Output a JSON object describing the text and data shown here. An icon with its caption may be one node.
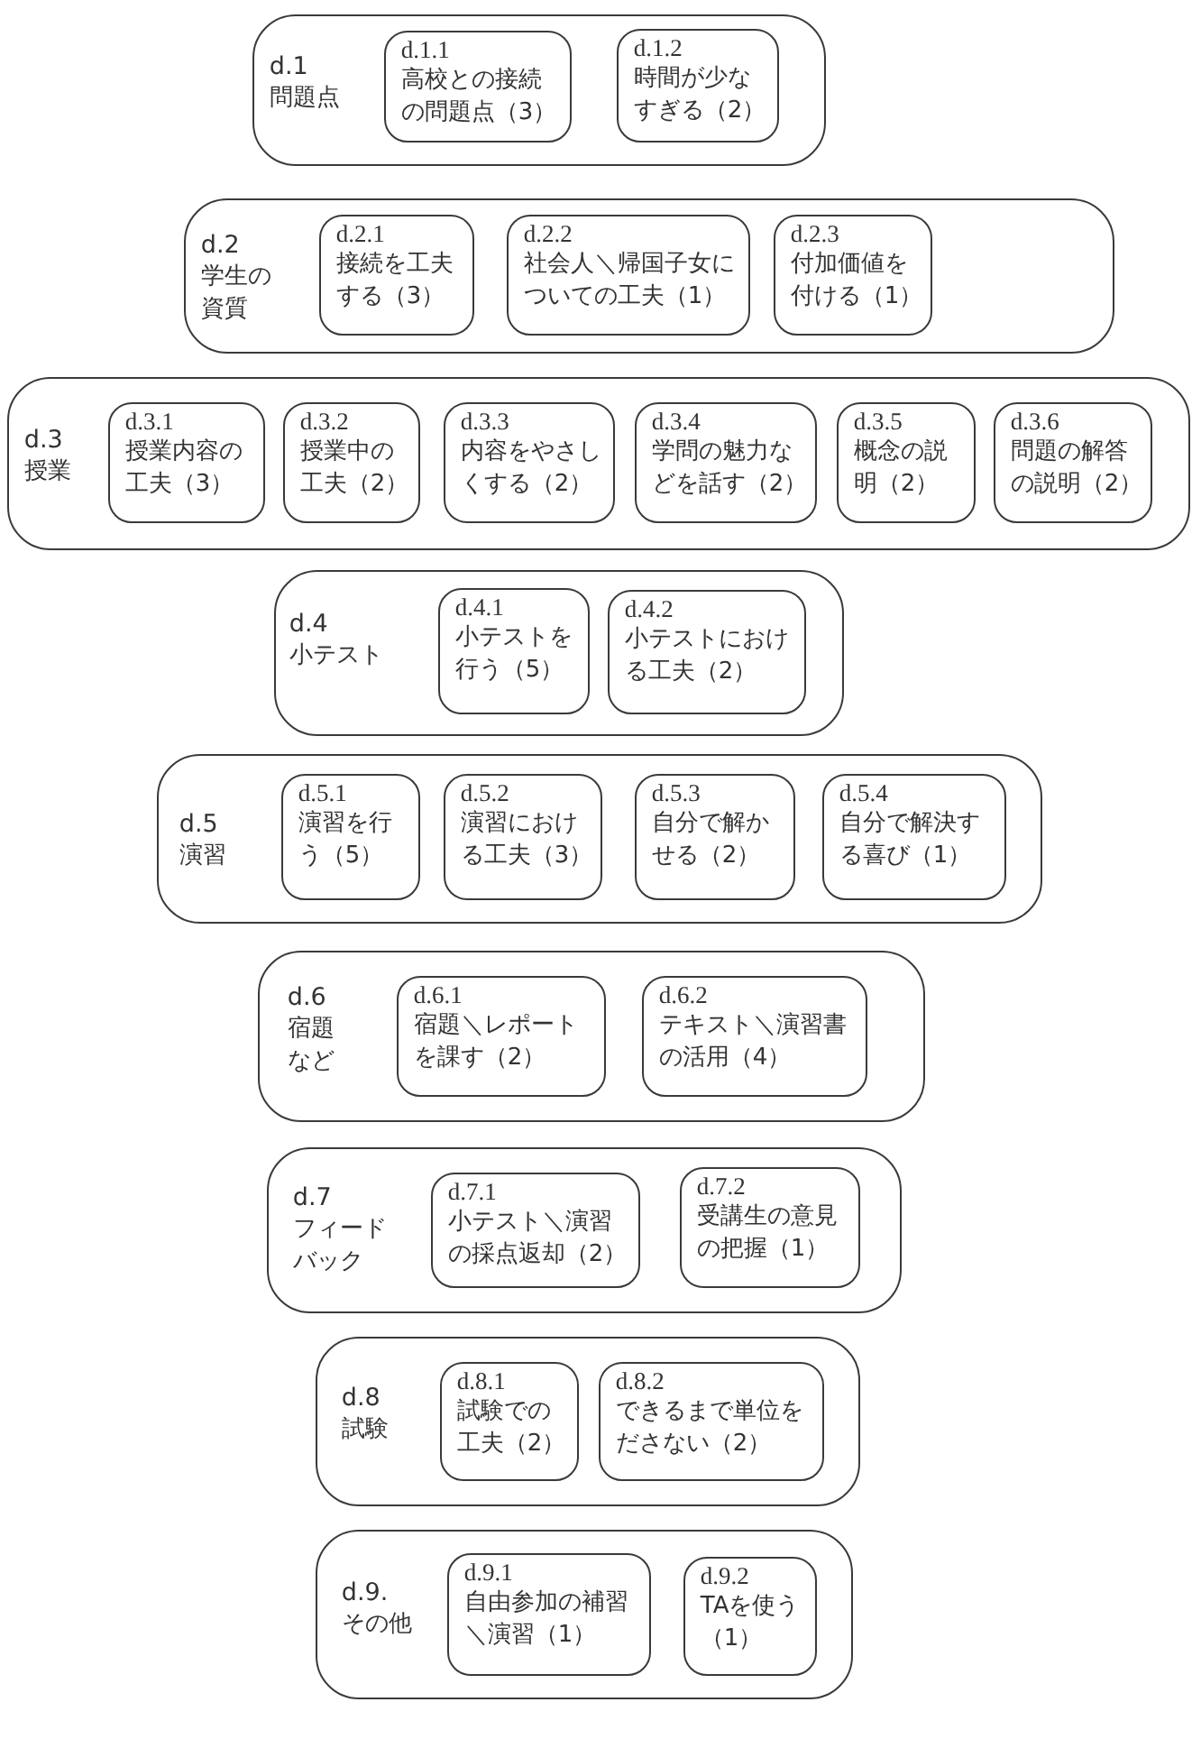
{
  "diagram": {
    "nodes": [
      {
        "text": [
          "d.1",
          "問題点"
        ]
      },
      {
        "text": [
          "d.1.1",
          "高校との接続の問題点（3）"
        ],
        "in": 0
      },
      {
        "text": [
          "d.1.2",
          "時間が少なすぎる（2）"
        ],
        "in": 0
      },
      {
        "text": [
          "d.2",
          "学生の資質"
        ]
      },
      {
        "text": [
          "d.2.1",
          "接続を工夫する（3）"
        ],
        "in": 3
      },
      {
        "text": [
          "d.2.2",
          "社会人＼帰国子女についての工夫（1）"
        ],
        "in": 3
      },
      {
        "text": [
          "d.2.3",
          "付加価値を付ける（1）"
        ],
        "in": 3
      },
      {
        "text": [
          "d.3",
          "授業"
        ]
      },
      {
        "text": [
          "d.3.1",
          "授業内容の工夫（3）"
        ],
        "in": 7
      },
      {
        "text": [
          "d.3.2",
          "授業中の工夫（2）"
        ],
        "in": 7
      },
      {
        "text": [
          "d.3.3",
          "内容をやさしくする（2）"
        ],
        "in": 7
      },
      {
        "text": [
          "d.3.4",
          "学問の魅力などを話す（2）"
        ],
        "in": 7
      },
      {
        "text": [
          "d.3.5",
          "概念の説明（2）"
        ],
        "in": 7
      },
      {
        "text": [
          "d.3.6",
          "問題の解答の説明（2）"
        ],
        "in": 7
      },
      {
        "text": [
          "d.4",
          "小テスト"
        ]
      },
      {
        "text": [
          "d.4.1",
          "小テストを行う（5）"
        ],
        "in": 14
      },
      {
        "text": [
          "d.4.2",
          "小テストにおける工夫（2）"
        ],
        "in": 14
      },
      {
        "text": [
          "d.5",
          "演習"
        ]
      },
      {
        "text": [
          "d.5.1",
          "演習を行う（5）"
        ],
        "in": 17
      },
      {
        "text": [
          "d.5.2",
          "演習における工夫（3）"
        ],
        "in": 17
      },
      {
        "text": [
          "d.5.3",
          "自分で解かせる（2）"
        ],
        "in": 17
      },
      {
        "text": [
          "d.5.4",
          "自分で解決する喜び（1）"
        ],
        "in": 17
      },
      {
        "text": [
          "d.6",
          "宿題など"
        ]
      },
      {
        "text": [
          "d.6.1",
          "宿題＼レポートを課す（2）"
        ],
        "in": 22
      },
      {
        "text": [
          "d.6.2",
          "テキスト＼演習書の活用（4）"
        ],
        "in": 22
      },
      {
        "text": [
          "d.7",
          "フィードバック"
        ]
      },
      {
        "text": [
          "d.7.1",
          "小テスト＼演習の採点返却（2）"
        ],
        "in": 25
      },
      {
        "text": [
          "d.7.2",
          "受講生の意見の把握（1）"
        ],
        "in": 25
      },
      {
        "text": [
          "d.8",
          "試験"
        ]
      },
      {
        "text": [
          "d.8.1",
          "試験での工夫（2）"
        ],
        "in": 28
      },
      {
        "text": [
          "d.8.2",
          "できるまで単位をださない（2）"
        ],
        "in": 28
      },
      {
        "text": [
          "d.9.",
          "その他"
        ]
      },
      {
        "text": [
          "d.9.1",
          "自由参加の補習＼演習（1）"
        ],
        "in": 31
      },
      {
        "text": [
          "d.9.2",
          "TAを使う（1）"
        ],
        "in": 31
      }
    ],
    "edges": []
  }
}
